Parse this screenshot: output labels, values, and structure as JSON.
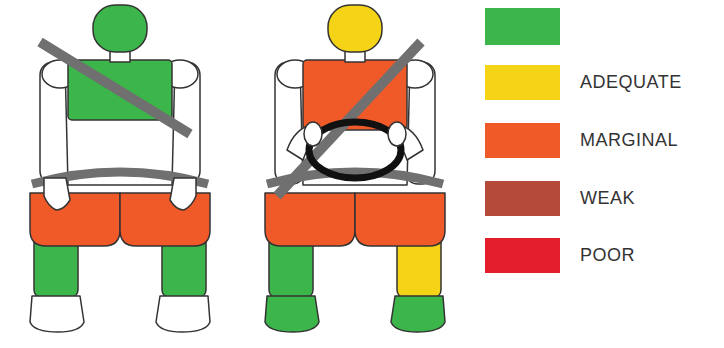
{
  "diagram": {
    "legend": [
      {
        "text": "ADEQUATE",
        "color": "#f5d316"
      },
      {
        "text": "MARGINAL",
        "color": "#f05a28"
      },
      {
        "text": "WEAK",
        "color": "#b5493a"
      },
      {
        "text": "POOR",
        "color": "#e31e2d"
      }
    ]
  }
}
